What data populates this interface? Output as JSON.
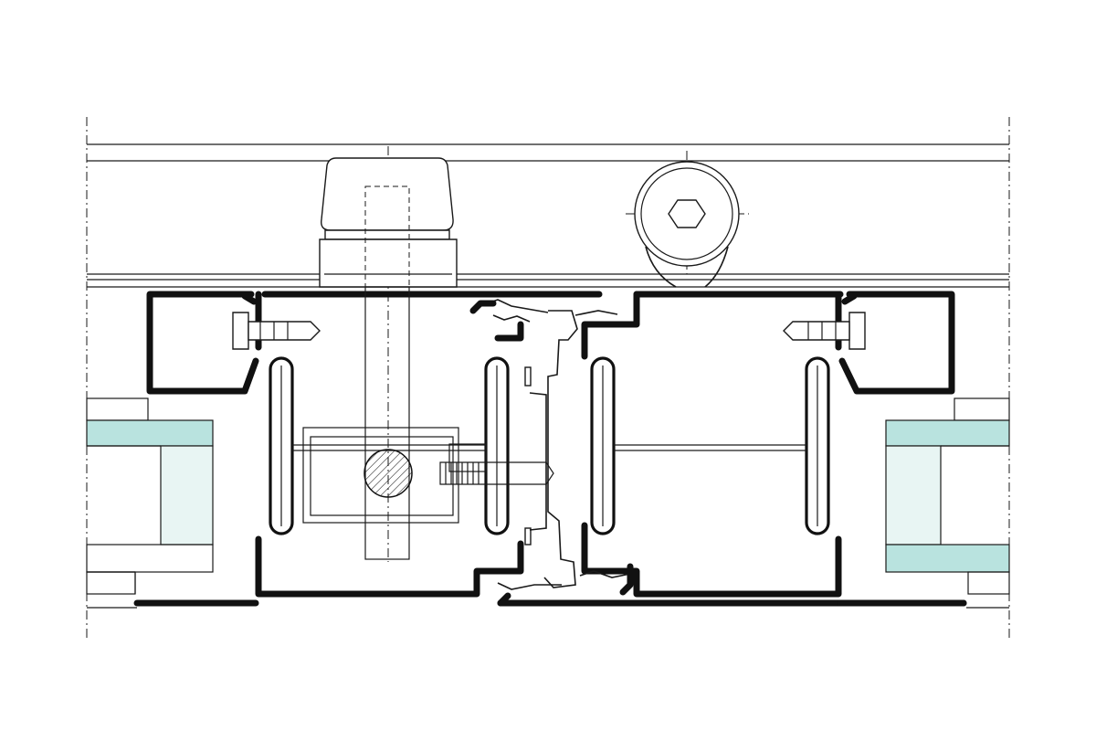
{
  "colors": {
    "line": "#111111",
    "glass_edge": "#b9e3df",
    "glass_light": "#e8f5f3",
    "background": "#ffffff"
  },
  "components": [
    "outer-frame-profile",
    "left-sash-profile",
    "right-sash-profile",
    "center-mullion",
    "glazing-left",
    "glazing-right",
    "gaskets",
    "handle",
    "hinge",
    "locking-bolt",
    "screws"
  ]
}
